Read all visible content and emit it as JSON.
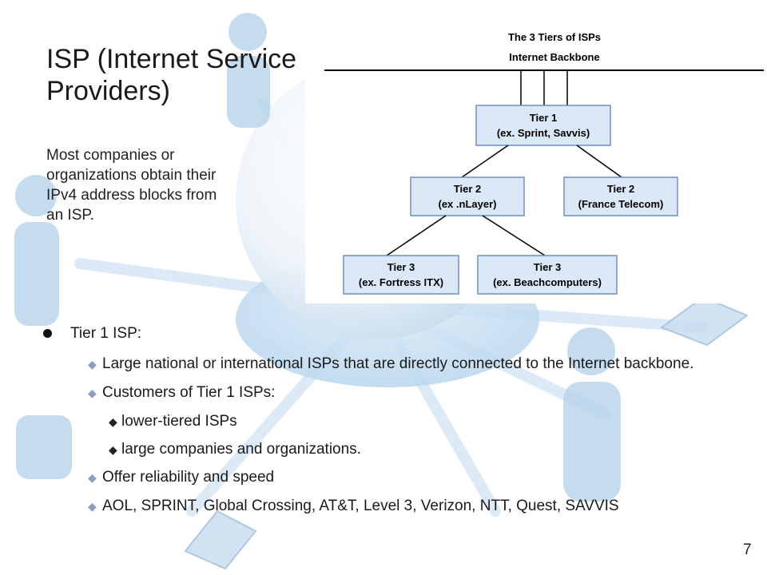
{
  "title": "ISP (Internet Service Providers)",
  "intro": "Most companies or organizations obtain their IPv4 address blocks from an ISP.",
  "diagram": {
    "heading": "The 3 Tiers of ISPs",
    "backbone": "Internet Backbone",
    "tier1": {
      "name": "Tier 1",
      "example": "(ex. Sprint, Savvis)"
    },
    "tier2a": {
      "name": "Tier 2",
      "example": "(ex .nLayer)"
    },
    "tier2b": {
      "name": "Tier 2",
      "example": "(France Telecom)"
    },
    "tier3a": {
      "name": "Tier 3",
      "example": "(ex. Fortress ITX)"
    },
    "tier3b": {
      "name": "Tier 3",
      "example": "(ex. Beachcomputers)"
    },
    "box_color": "#dbe8f8",
    "box_border": "#6f8fc0"
  },
  "bullets": {
    "main": "Tier 1 ISP:",
    "sub1": "Large national or international ISPs that are directly connected to the Internet backbone.",
    "sub2": "Customers of Tier 1 ISPs:",
    "sub2a": "lower-tiered ISPs",
    "sub2b": "large companies and organizations.",
    "sub3": "Offer reliability and speed",
    "sub4": "AOL, SPRINT, Global Crossing, AT&T, Level 3, Verizon, NTT, Quest, SAVVIS"
  },
  "page_number": "7"
}
